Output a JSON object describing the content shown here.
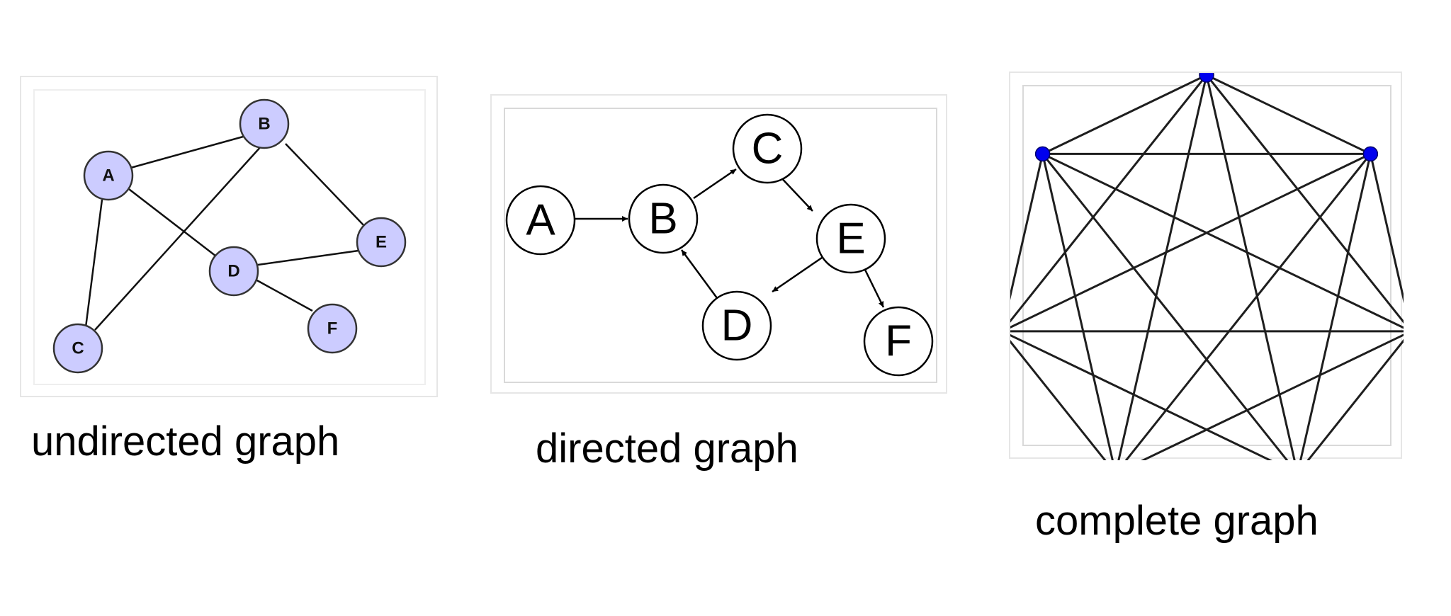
{
  "diagrams": [
    {
      "caption": "undirected graph",
      "node_fill": "#ccccff",
      "nodes": [
        {
          "id": "A",
          "label": "A"
        },
        {
          "id": "B",
          "label": "B"
        },
        {
          "id": "C",
          "label": "C"
        },
        {
          "id": "D",
          "label": "D"
        },
        {
          "id": "E",
          "label": "E"
        },
        {
          "id": "F",
          "label": "F"
        }
      ],
      "edges": [
        [
          "A",
          "B"
        ],
        [
          "A",
          "C"
        ],
        [
          "A",
          "D"
        ],
        [
          "B",
          "C"
        ],
        [
          "B",
          "E"
        ],
        [
          "D",
          "E"
        ],
        [
          "D",
          "F"
        ]
      ]
    },
    {
      "caption": "directed graph",
      "node_fill": "#ffffff",
      "nodes": [
        {
          "id": "A",
          "label": "A"
        },
        {
          "id": "B",
          "label": "B"
        },
        {
          "id": "C",
          "label": "C"
        },
        {
          "id": "D",
          "label": "D"
        },
        {
          "id": "E",
          "label": "E"
        },
        {
          "id": "F",
          "label": "F"
        }
      ],
      "edges": [
        [
          "A",
          "B"
        ],
        [
          "B",
          "C"
        ],
        [
          "C",
          "E"
        ],
        [
          "E",
          "D"
        ],
        [
          "D",
          "B"
        ],
        [
          "E",
          "F"
        ]
      ]
    },
    {
      "caption": "complete graph",
      "node_fill": "#0000ee",
      "vertex_count": 7
    }
  ]
}
